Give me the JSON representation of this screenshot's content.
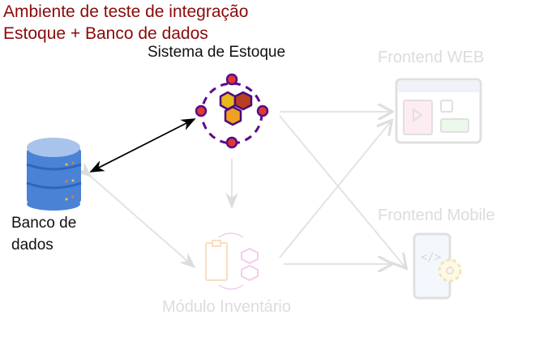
{
  "title": {
    "line1": "Ambiente de teste de integração",
    "line2": "Estoque + Banco de dados"
  },
  "nodes": {
    "estoque": {
      "label": "Sistema de Estoque",
      "icon": "boxes-network-icon"
    },
    "banco": {
      "label_line1": "Banco de",
      "label_line2": "dados",
      "icon": "database-icon"
    },
    "web": {
      "label": "Frontend WEB",
      "icon": "browser-window-icon"
    },
    "mobile": {
      "label": "Frontend Mobile",
      "icon": "mobile-code-gear-icon"
    },
    "inventario": {
      "label": "Módulo Inventário",
      "icon": "clipboard-boxes-icon"
    }
  },
  "colors": {
    "title": "#8b0a0a",
    "active_edge": "#000000",
    "faded_edge": "#e3e3e3",
    "faded_text": "#dcdcdc"
  }
}
